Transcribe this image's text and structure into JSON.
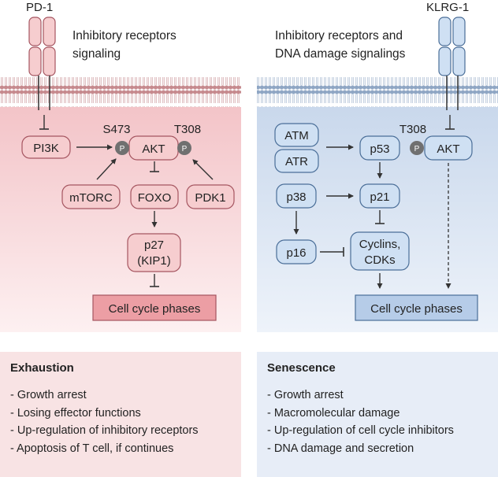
{
  "colors": {
    "pink_fill": "#f6cdcf",
    "pink_stroke": "#a55560",
    "pink_panel": "#f8e3e4",
    "blue_fill": "#cfe0f3",
    "blue_stroke": "#4a6e98",
    "blue_panel": "#e7edf7",
    "membrane_left": "#c68a8e",
    "membrane_right": "#8fa6c4",
    "phospho": "#707070"
  },
  "left_panel": {
    "receptor": "PD-1",
    "title_line1": "Inhibitory receptors",
    "title_line2": "signaling",
    "nodes": {
      "pi3k": "PI3K",
      "akt": "AKT",
      "mtorc": "mTORC",
      "foxo": "FOXO",
      "pdk1": "PDK1",
      "p27_line1": "p27",
      "p27_line2": "(KIP1)",
      "cell_cycle": "Cell cycle phases"
    },
    "sites": {
      "s473": "S473",
      "t308": "T308"
    },
    "phospho_label": "P"
  },
  "right_panel": {
    "receptor": "KLRG-1",
    "title_line1": "Inhibitory receptors and",
    "title_line2": "DNA damage signalings",
    "nodes": {
      "atm": "ATM",
      "atr": "ATR",
      "p53": "p53",
      "akt": "AKT",
      "p38": "p38",
      "p21": "p21",
      "p16": "p16",
      "cyclins_line1": "Cyclins,",
      "cyclins_line2": "CDKs",
      "cell_cycle": "Cell cycle phases"
    },
    "sites": {
      "t308": "T308"
    },
    "phospho_label": "P"
  },
  "exhaustion": {
    "title": "Exhaustion",
    "items": [
      "- Growth arrest",
      "- Losing effector functions",
      "- Up-regulation of inhibitory receptors",
      "- Apoptosis of T cell, if continues"
    ]
  },
  "senescence": {
    "title": "Senescence",
    "items": [
      "- Growth arrest",
      "- Macromolecular damage",
      "- Up-regulation of cell cycle inhibitors",
      "- DNA damage and secretion"
    ]
  }
}
